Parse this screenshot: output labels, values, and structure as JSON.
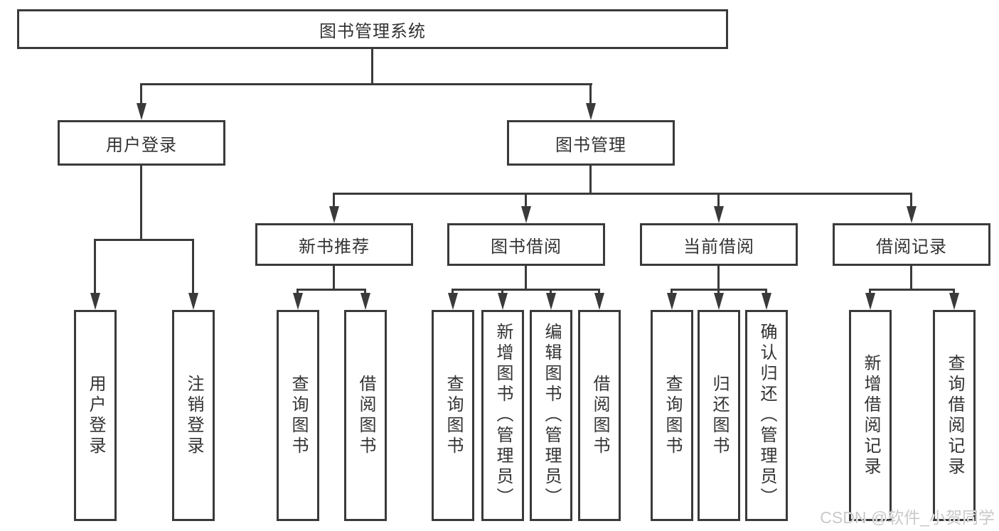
{
  "colors": {
    "line": "#3a3a3a",
    "text": "#333333",
    "background": "#ffffff",
    "box_fill": "#ffffff",
    "watermark": "#c9c9c9"
  },
  "tree": {
    "root": {
      "label": "图书管理系统"
    },
    "level2": [
      {
        "label": "用户登录",
        "leaves": [
          {
            "label": "用户登录"
          },
          {
            "label": "注销登录"
          }
        ]
      },
      {
        "label": "图书管理",
        "level3": [
          {
            "label": "新书推荐",
            "leaves": [
              {
                "label": "查询图书"
              },
              {
                "label": "借阅图书"
              }
            ]
          },
          {
            "label": "图书借阅",
            "leaves": [
              {
                "label": "查询图书"
              },
              {
                "label": "新增图书（管理员）"
              },
              {
                "label": "编辑图书（管理员）"
              },
              {
                "label": "借阅图书"
              }
            ]
          },
          {
            "label": "当前借阅",
            "leaves": [
              {
                "label": "查询图书"
              },
              {
                "label": "归还图书"
              },
              {
                "label": "确认归还（管理员）"
              }
            ]
          },
          {
            "label": "借阅记录",
            "leaves": [
              {
                "label": "新增借阅记录"
              },
              {
                "label": "查询借阅记录"
              }
            ]
          }
        ]
      }
    ]
  },
  "watermark": {
    "text": "CSDN @软件_小贺同学"
  }
}
